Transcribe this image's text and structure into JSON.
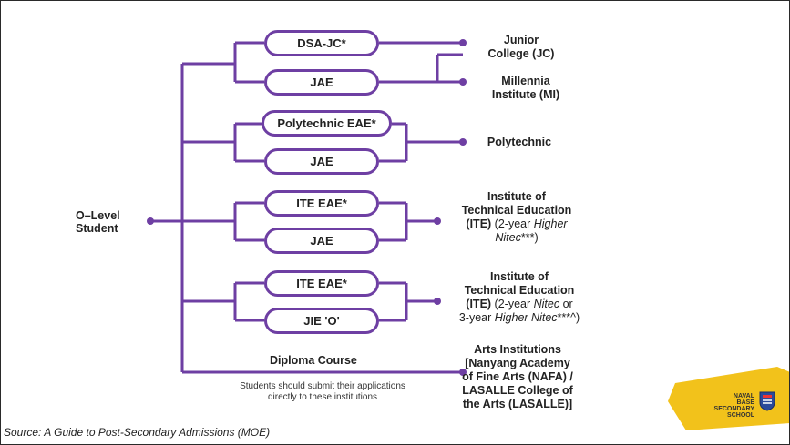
{
  "start": {
    "line1": "O–Level",
    "line2": "Student"
  },
  "pathways": [
    {
      "label": "DSA-JC*"
    },
    {
      "label": "JAE"
    },
    {
      "label": "Polytechnic EAE*"
    },
    {
      "label": "JAE"
    },
    {
      "label": "ITE EAE*"
    },
    {
      "label": "JAE"
    },
    {
      "label": "ITE EAE*"
    },
    {
      "label": "JIE 'O'"
    }
  ],
  "destinations": {
    "jc": {
      "line1": "Junior",
      "line2": "College (JC)"
    },
    "mi": {
      "line1": "Millennia",
      "line2": "Institute (MI)"
    },
    "poly": {
      "line1": "Polytechnic"
    },
    "ite_higher": {
      "line1": "Institute of",
      "line2": "Technical Education",
      "line3_bold": "(ITE)",
      "line3_plain": " (2-year ",
      "line3_italic": "Higher",
      "line4_italic": "Nitec",
      "line4_plain": "***)"
    },
    "ite_both": {
      "line1": "Institute of",
      "line2": "Technical Education",
      "line3_bold": "(ITE)",
      "line3_plain": " (2-year ",
      "line3_italic": "Nitec",
      "line3_plain2": " or",
      "line4_plain": "3-year ",
      "line4_italic": "Higher Nitec",
      "line4_plain2": "***^)"
    },
    "arts": {
      "line1": "Arts Institutions",
      "line2": "[Nanyang Academy",
      "line3": "of Fine Arts (NAFA) /",
      "line4": "LASALLE College of",
      "line5": "the Arts (LASALLE)]"
    }
  },
  "diploma": {
    "label": "Diploma Course",
    "note_line1": "Students should submit their applications",
    "note_line2": "directly to these institutions"
  },
  "logo": {
    "line1": "NAVAL",
    "line2": "BASE",
    "line3": "SECONDARY",
    "line4": "SCHOOL"
  },
  "source": "Source: A Guide to Post-Secondary Admissions (MOE)",
  "colors": {
    "accent": "#6e3fa3",
    "logo_yellow": "#f2c21b"
  }
}
